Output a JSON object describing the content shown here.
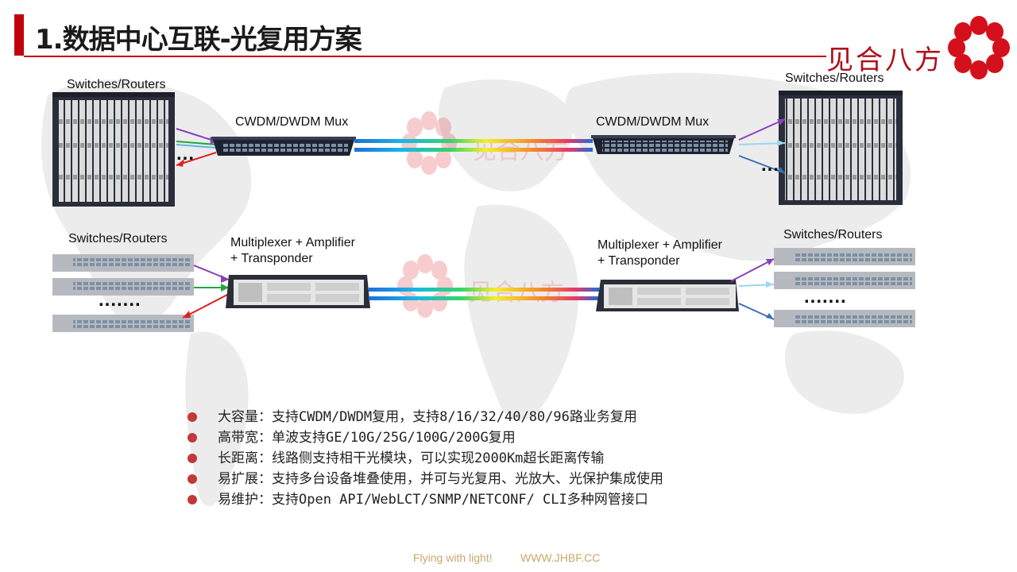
{
  "header": {
    "title": "1.数据中心互联-光复用方案",
    "logo_text": "见合八方",
    "brand_color": "#c0000b"
  },
  "diagram": {
    "top_row": {
      "left_device_label": "Switches/Routers",
      "left_mux_label": "CWDM/DWDM Mux",
      "right_mux_label": "CWDM/DWDM Mux",
      "right_device_label": "Switches/Routers",
      "left_ellipsis": "...",
      "right_ellipsis": "..."
    },
    "bottom_row": {
      "left_device_label": "Switches/Routers",
      "left_mux_label_line1": "Multiplexer + Amplifier",
      "left_mux_label_line2": "+ Transponder",
      "right_mux_label_line1": "Multiplexer + Amplifier",
      "right_mux_label_line2": "+ Transponder",
      "right_device_label": "Switches/Routers",
      "left_ellipsis": ".......",
      "right_ellipsis": "......."
    },
    "watermark_text": "见合八方",
    "icons": [
      "chassis-router-icon",
      "mux-icon",
      "switch-icon",
      "transponder-icon",
      "flower-logo-icon"
    ]
  },
  "features": [
    "大容量：支持CWDM/DWDM复用，支持8/16/32/40/80/96路业务复用",
    "高带宽：单波支持GE/10G/25G/100G/200G复用",
    "长距离：线路侧支持相干光模块，可以实现2000Km超长距离传输",
    "易扩展：支持多台设备堆叠使用，并可与光复用、光放大、光保护集成使用",
    "易维护：支持Open API/WebLCT/SNMP/NETCONF/ CLI多种网管接口"
  ],
  "footer": {
    "slogan": "Flying with light!",
    "url": "WWW.JHBF.CC"
  }
}
